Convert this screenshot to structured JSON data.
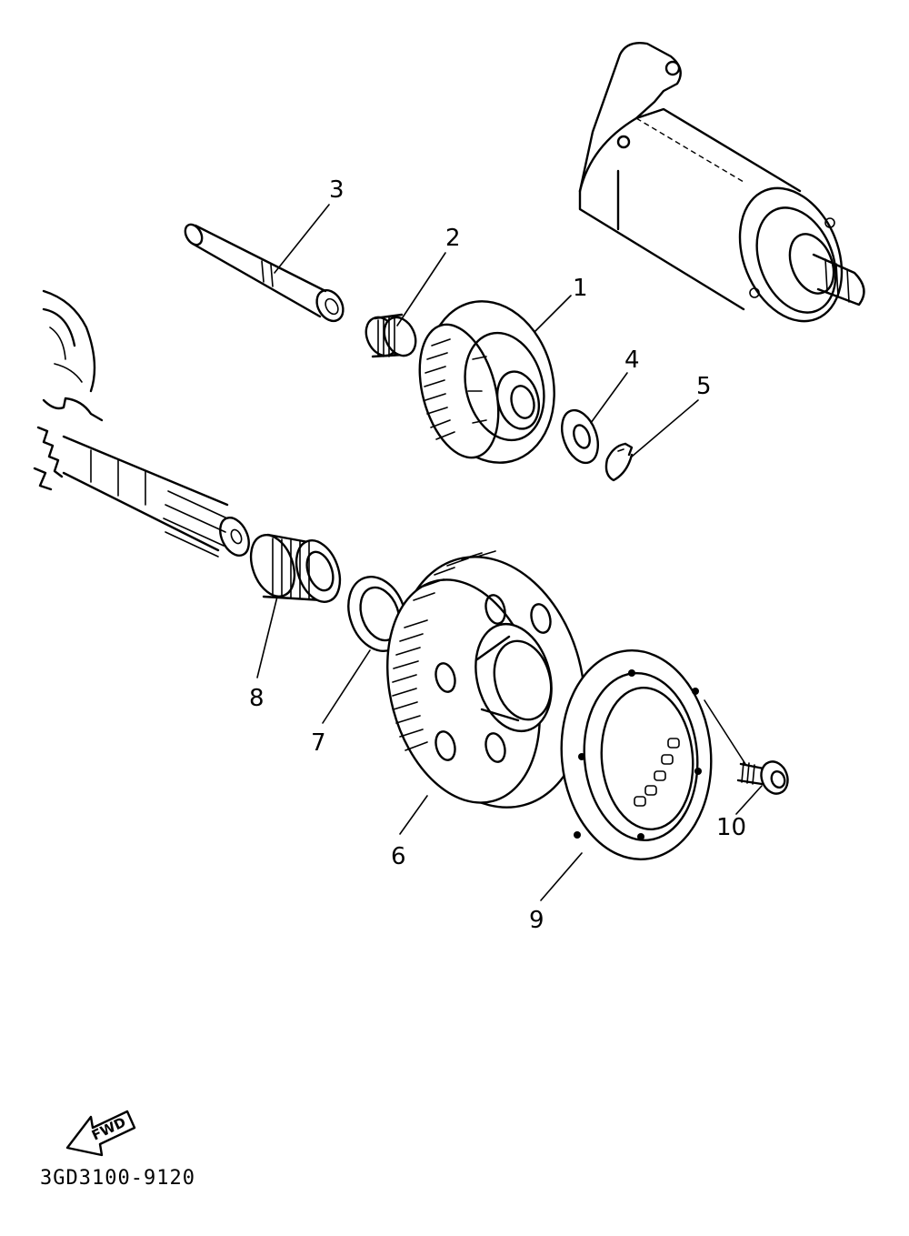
{
  "diagram": {
    "drawing_code": "3GD3100-9120",
    "direction_arrow": {
      "label": "FWD",
      "icon": "forward-arrow-icon"
    },
    "callouts": [
      {
        "number": "1"
      },
      {
        "number": "2"
      },
      {
        "number": "3"
      },
      {
        "number": "4"
      },
      {
        "number": "5"
      },
      {
        "number": "6"
      },
      {
        "number": "7"
      },
      {
        "number": "8"
      },
      {
        "number": "9"
      },
      {
        "number": "10"
      }
    ]
  }
}
